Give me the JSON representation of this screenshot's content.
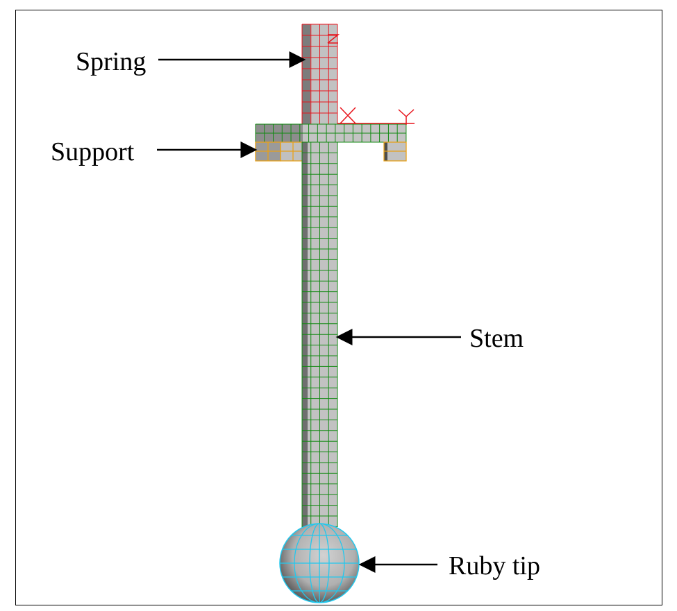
{
  "labels": {
    "spring": "Spring",
    "support": "Support",
    "stem": "Stem",
    "ruby_tip": "Ruby tip"
  },
  "axes": {
    "x": "X",
    "y": "Y",
    "z": "Z"
  },
  "colors": {
    "spring_mesh": "#e8141c",
    "stem_mesh": "#138a13",
    "support_mesh": "#e7a11a",
    "tip_mesh": "#22c8ee",
    "body_light": "#c4c4c4",
    "body_mid": "#a9a9a9",
    "body_dark": "#6f6f6f",
    "arrow": "#000000"
  }
}
